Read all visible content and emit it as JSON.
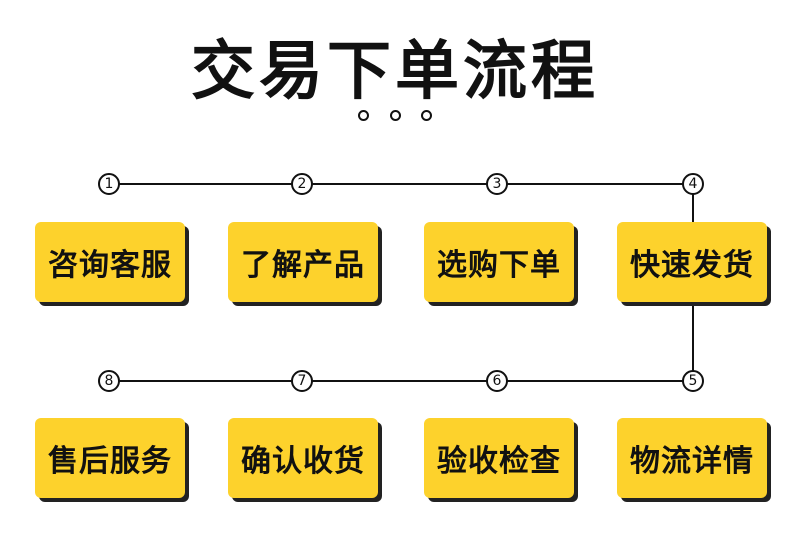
{
  "title": "交易下单流程",
  "steps": [
    {
      "number": "1",
      "label": "咨询客服"
    },
    {
      "number": "2",
      "label": "了解产品"
    },
    {
      "number": "3",
      "label": "选购下单"
    },
    {
      "number": "4",
      "label": "快速发货"
    },
    {
      "number": "5",
      "label": "物流详情"
    },
    {
      "number": "6",
      "label": "验收检查"
    },
    {
      "number": "7",
      "label": "确认收货"
    },
    {
      "number": "8",
      "label": "售后服务"
    }
  ],
  "colors": {
    "box_fill": "#fdd22c",
    "line": "#111111",
    "shadow": "#222222"
  }
}
